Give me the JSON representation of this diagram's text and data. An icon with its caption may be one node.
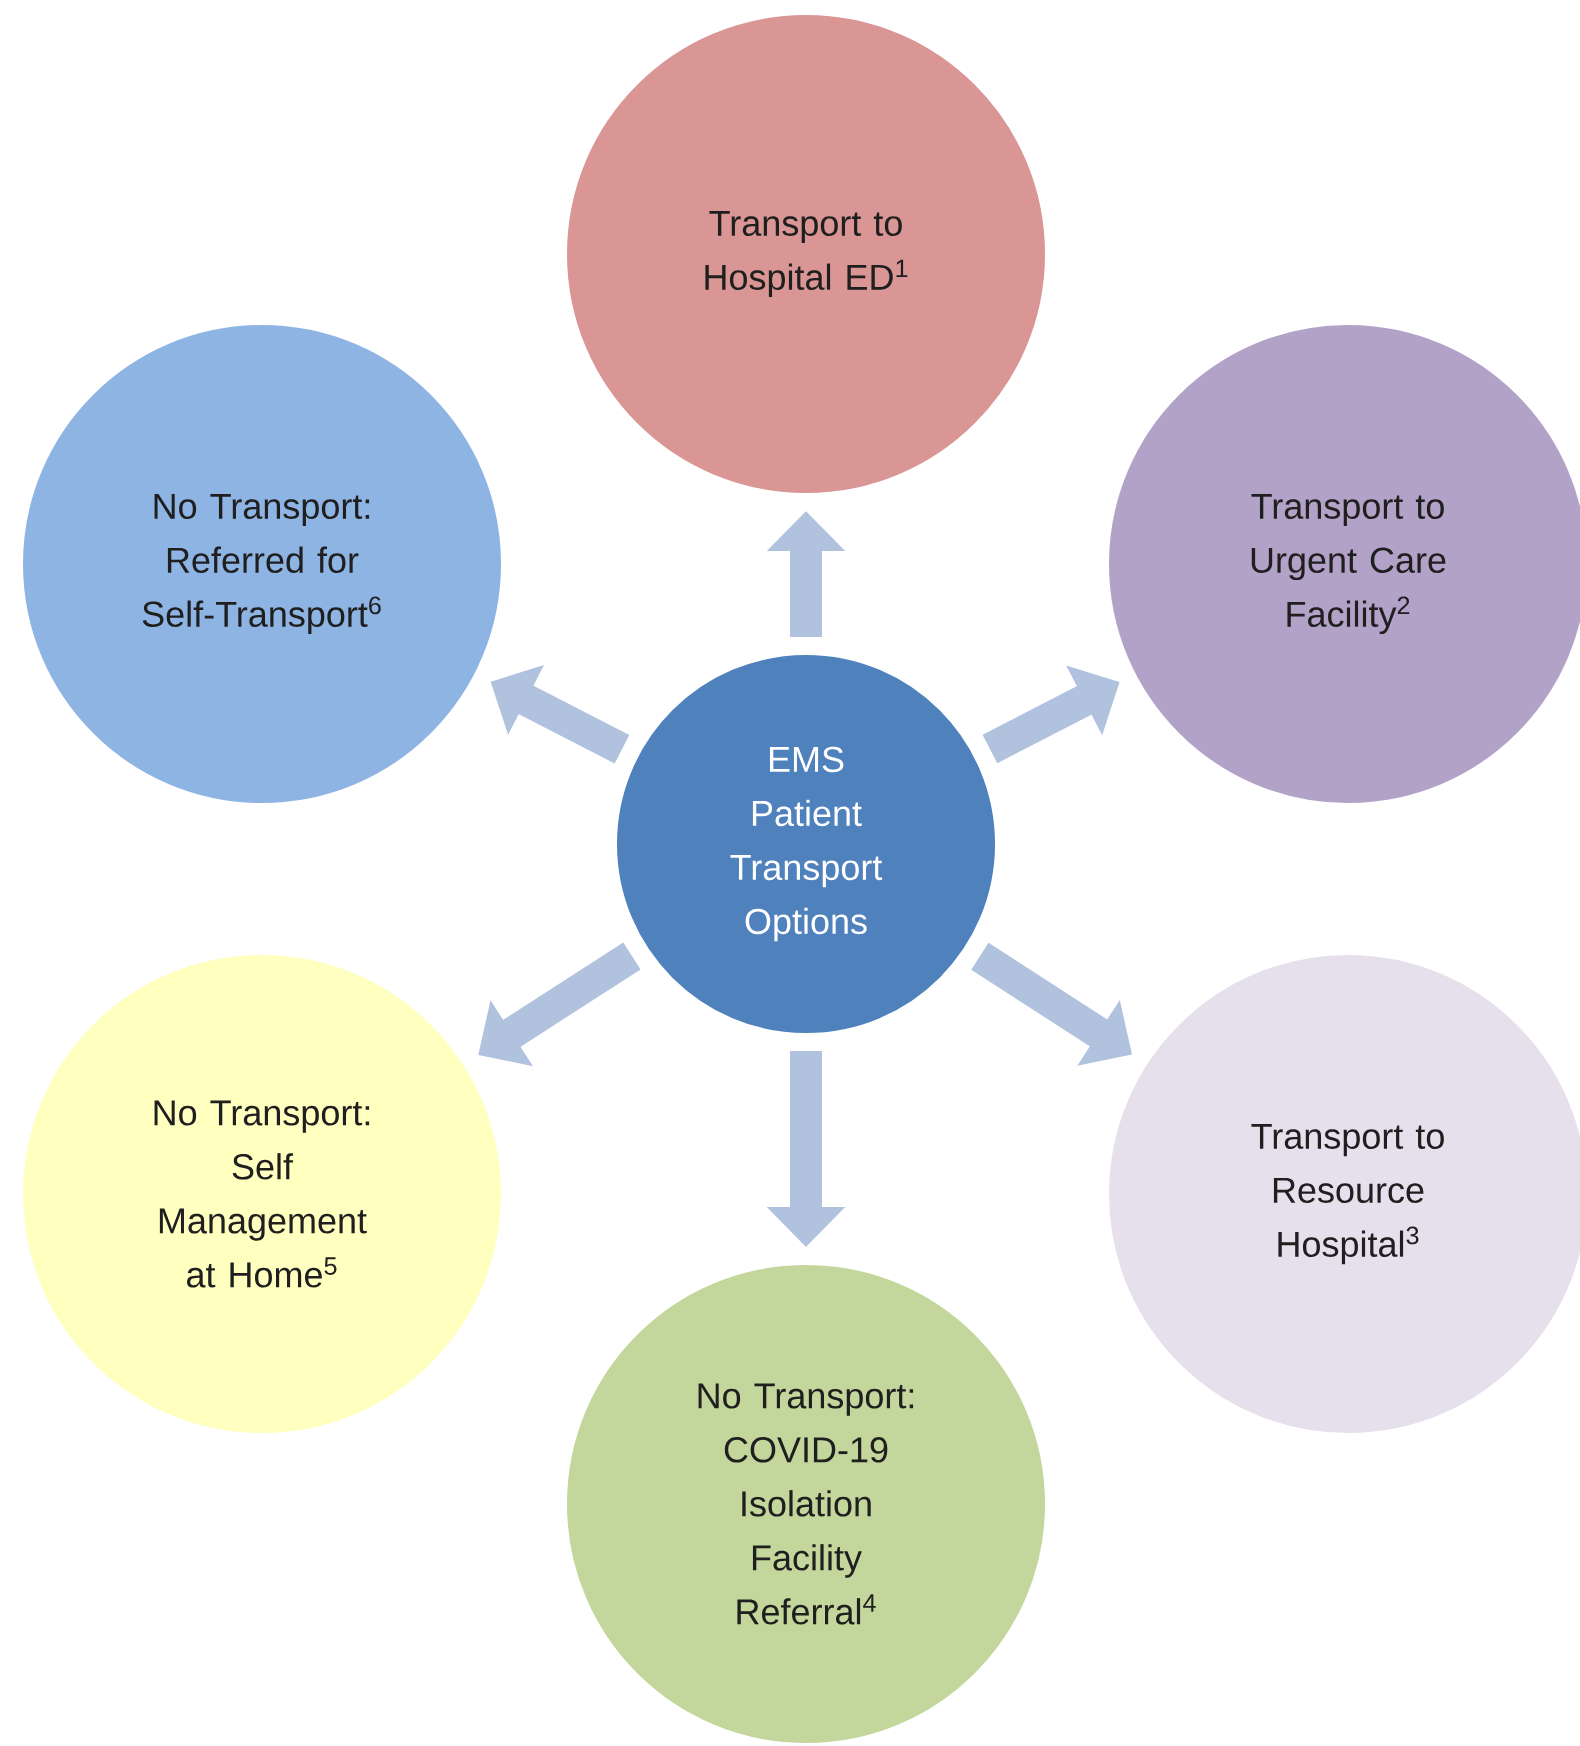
{
  "diagram": {
    "nodes": [
      {
        "text": [
          "EMS Patient Transport Options"
        ]
      },
      {
        "text": [
          "Transport to Hospital ED$^{1}$"
        ]
      },
      {
        "text": [
          "Transport to Urgent Care Facility$^{2}$"
        ]
      },
      {
        "text": [
          "Transport to Resource Hospital$^{3}$"
        ]
      },
      {
        "text": [
          "No Transport: COVID-19 Isolation Facility Referral$^{4}$"
        ]
      },
      {
        "text": [
          "No Transport: Self Management at Home$^{5}$"
        ]
      },
      {
        "text": [
          "No Transport: Referred for Self-Transport$^{6}$"
        ]
      }
    ],
    "edges": [
      {
        "from": 0,
        "to": 1,
        "arrow": "to"
      },
      {
        "from": 0,
        "to": 2,
        "arrow": "to"
      },
      {
        "from": 0,
        "to": 3,
        "arrow": "to"
      },
      {
        "from": 0,
        "to": 4,
        "arrow": "to"
      },
      {
        "from": 0,
        "to": 5,
        "arrow": "to"
      },
      {
        "from": 0,
        "to": 6,
        "arrow": "to"
      }
    ]
  }
}
